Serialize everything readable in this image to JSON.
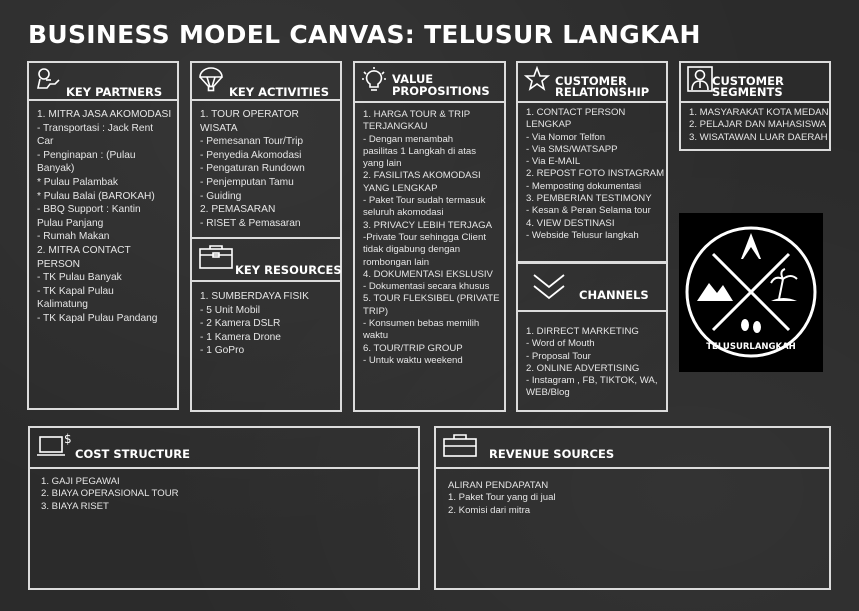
{
  "title": "BUSINESS MODEL CANVAS: TELUSUR LANGKAH",
  "key_partners": {
    "label": "KEY PARTNERS",
    "lines": [
      "1. MITRA JASA AKOMODASI",
      "- Transportasi : Jack Rent",
      "Car",
      "- Penginapan : (Pulau",
      "Banyak)",
      "* Pulau Palambak",
      "* Pulau Balai (BAROKAH)",
      "- BBQ Support  : Kantin",
      "Pulau Panjang",
      "- Rumah Makan",
      "2. MITRA CONTACT",
      "PERSON",
      "- TK Pulau Banyak",
      "- TK Kapal Pulau",
      "Kalimatung",
      "- TK Kapal Pulau Pandang"
    ]
  },
  "key_activities": {
    "label": "KEY ACTIVITIES",
    "lines": [
      "1. TOUR OPERATOR",
      "WISATA",
      "- Pemesanan Tour/Trip",
      "- Penyedia Akomodasi",
      "- Pengaturan Rundown",
      "- Penjemputan Tamu",
      "- Guiding",
      "2. PEMASARAN",
      "- RISET  & Pemasaran"
    ]
  },
  "key_resources": {
    "label": "KEY RESOURCES",
    "lines": [
      "1. SUMBERDAYA FISIK",
      "- 5 Unit Mobil",
      "- 2 Kamera DSLR",
      "- 1 Kamera Drone",
      "- 1 GoPro"
    ]
  },
  "value_propositions": {
    "label_line1": "VALUE",
    "label_line2": "PROPOSITIONS",
    "lines": [
      "1. HARGA TOUR & TRIP",
      "TERJANGKAU",
      "- Dengan menambah",
      "pasilitas  1 Langkah di atas",
      "yang lain",
      "2. FASILITAS AKOMODASI",
      "YANG LENGKAP",
      "- Paket Tour sudah termasuk",
      "seluruh akomodasi",
      "3. PRIVACY LEBIH TERJAGA",
      "-Private Tour sehingga Client",
      "tidak digabung dengan",
      "rombongan lain",
      "4. DOKUMENTASI EKSLUSIV",
      "- Dokumentasi secara khusus",
      "5. TOUR FLEKSIBEL (PRIVATE",
      "TRIP)",
      "- Konsumen bebas memilih",
      "waktu",
      "6. TOUR/TRIP GROUP",
      "- Untuk waktu weekend"
    ]
  },
  "customer_relationship": {
    "label_line1": "CUSTOMER",
    "label_line2": "RELATIONSHIP",
    "lines": [
      "1. CONTACT PERSON",
      "LENGKAP",
      "- Via Nomor Telfon",
      "- Via SMS/WATSAPP",
      "- Via E-MAIL",
      "2. REPOST FOTO INSTAGRAM",
      "- Memposting dokumentasi",
      "3. PEMBERIAN TESTIMONY",
      "- Kesan & Peran Selama tour",
      "4. VIEW DESTINASI",
      "- Webside Telusur langkah"
    ]
  },
  "channels": {
    "label": "CHANNELS",
    "lines": [
      "1. DIRRECT MARKETING",
      "- Word of Mouth",
      "- Proposal Tour",
      "2. ONLINE ADVERTISING",
      "- Instagram , FB, TIKTOK, WA,",
      "WEB/Blog"
    ]
  },
  "customer_segments": {
    "label_line1": "CUSTOMER",
    "label_line2": "SEGMENTS",
    "lines": [
      "1. MASYARAKAT KOTA MEDAN",
      "2. PELAJAR DAN MAHASISWA",
      "3. WISATAWAN LUAR DAERAH"
    ]
  },
  "cost_structure": {
    "label": "COST STRUCTURE",
    "lines": [
      "1. GAJI PEGAWAI",
      "2. BIAYA OPERASIONAL TOUR",
      "3. BIAYA RISET"
    ]
  },
  "revenue_sources": {
    "label": "REVENUE SOURCES",
    "lines": [
      "ALIRAN PENDAPATAN",
      "1. Paket Tour yang di jual",
      "2. Komisi dari mitra"
    ]
  },
  "logo": {
    "text": "TELUSURLANGKAH"
  }
}
